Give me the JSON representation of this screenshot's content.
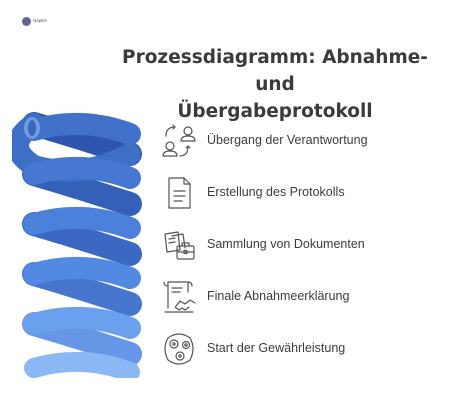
{
  "brand": {
    "logo_text": "Napkin"
  },
  "title_line1": "Prozessdiagramm: Abnahme- und",
  "title_line2": "Übergabeprotokoll",
  "coil_colors": [
    "#3f70c8",
    "#4678d3",
    "#4a80dc",
    "#5089e5",
    "#6aa0ee",
    "#8ab6f5"
  ],
  "steps": [
    {
      "label": "Übergang der Verantwortung",
      "icon": "responsibility-transfer-icon"
    },
    {
      "label": "Erstellung des Protokolls",
      "icon": "document-icon"
    },
    {
      "label": "Sammlung von Dokumenten",
      "icon": "document-collection-icon"
    },
    {
      "label": "Finale Abnahmeerklärung",
      "icon": "signed-declaration-icon"
    },
    {
      "label": "Start der Gewährleistung",
      "icon": "warranty-gears-icon"
    }
  ]
}
